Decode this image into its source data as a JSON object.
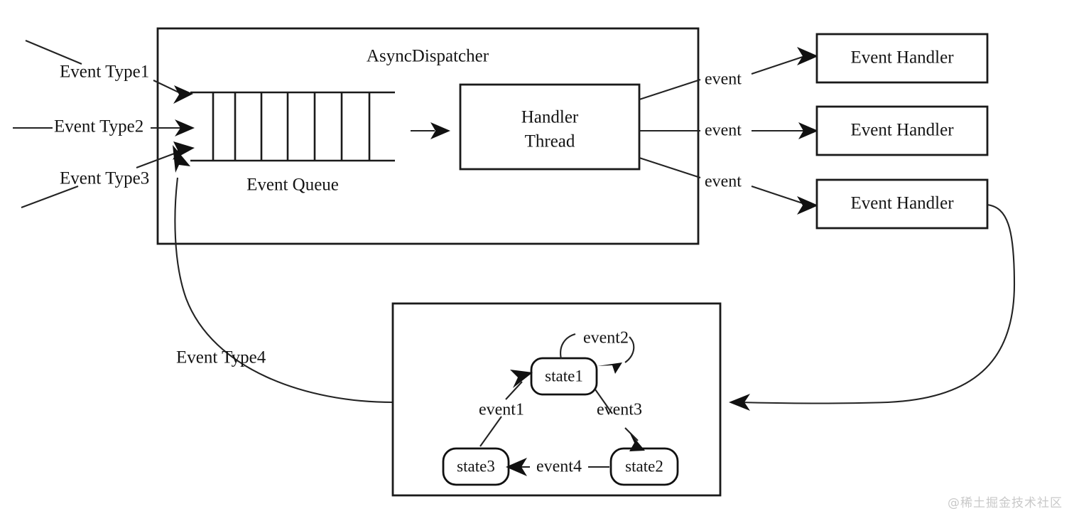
{
  "diagram": {
    "title": "AsyncDispatcher event dispatch and state machine",
    "dispatcher": {
      "label": "AsyncDispatcher",
      "queue_label": "Event Queue",
      "queue_cells": 8,
      "handler_thread_line1": "Handler",
      "handler_thread_line2": "Thread"
    },
    "inputs": [
      {
        "label": "Event Type1"
      },
      {
        "label": "Event Type2"
      },
      {
        "label": "Event Type3"
      },
      {
        "label": "Event Type4"
      }
    ],
    "dispatch_edges": [
      {
        "label": "event"
      },
      {
        "label": "event"
      },
      {
        "label": "event"
      }
    ],
    "handlers": [
      {
        "label": "Event Handler"
      },
      {
        "label": "Event Handler"
      },
      {
        "label": "Event Handler"
      }
    ],
    "state_machine": {
      "states": [
        {
          "id": "state1",
          "label": "state1"
        },
        {
          "id": "state2",
          "label": "state2"
        },
        {
          "id": "state3",
          "label": "state3"
        }
      ],
      "transitions": [
        {
          "label": "event1",
          "from": "state3",
          "to": "state1"
        },
        {
          "label": "event2",
          "from": "state1",
          "to": "state1"
        },
        {
          "label": "event3",
          "from": "state1",
          "to": "state2"
        },
        {
          "label": "event4",
          "from": "state2",
          "to": "state3"
        }
      ]
    },
    "watermark": "@稀土掘金技术社区",
    "colors": {
      "stroke": "#1a1a1a",
      "background": "#ffffff",
      "watermark": "#c9c9c9"
    }
  }
}
